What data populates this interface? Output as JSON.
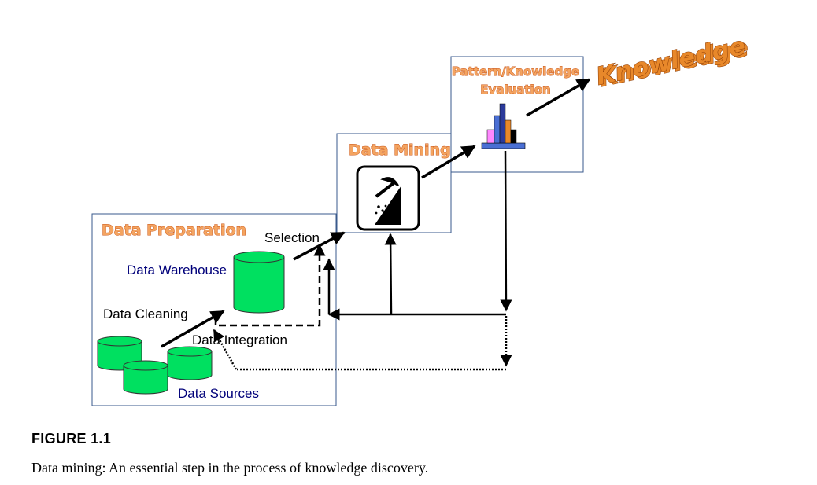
{
  "diagram": {
    "boxes": {
      "data_preparation": "Data Preparation",
      "data_mining": "Data Mining",
      "pattern_evaluation_line1": "Pattern/Knowledge",
      "pattern_evaluation_line2": "Evaluation"
    },
    "labels": {
      "selection": "Selection",
      "data_warehouse": "Data Warehouse",
      "data_cleaning": "Data Cleaning",
      "data_integration": "Data Integration",
      "data_sources": "Data Sources"
    },
    "knowledge": "Knowledge",
    "icons": {
      "mining": "pickaxe-mining-icon",
      "evaluation": "bar-chart-icon",
      "database": "database-cylinder-icon"
    },
    "colors": {
      "title_orange": "#f4a460",
      "database_green": "#00e060",
      "label_navy": "#00007a",
      "box_border": "#3a5a8c"
    }
  },
  "figure": {
    "label": "FIGURE 1.1",
    "caption": "Data mining: An essential step in the process of knowledge discovery."
  }
}
